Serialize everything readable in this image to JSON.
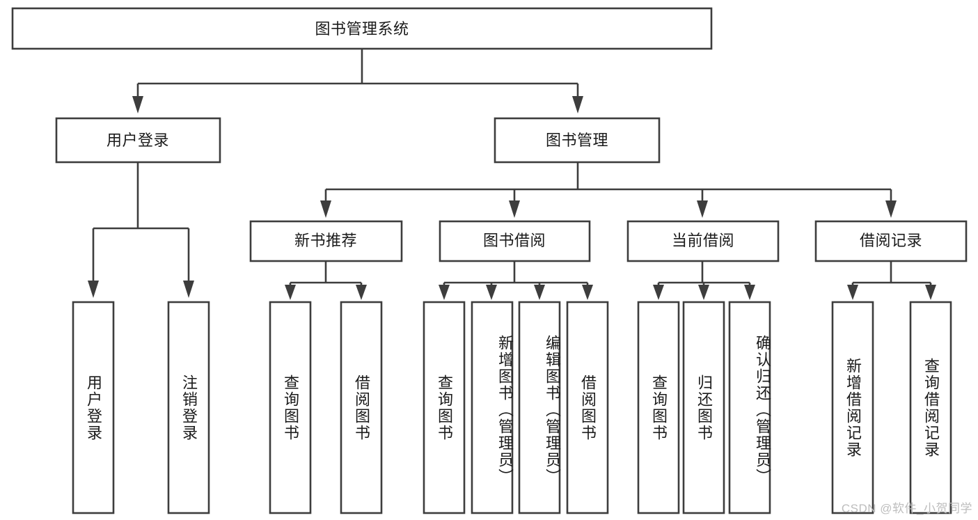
{
  "diagram": {
    "title": "图书管理系统",
    "type": "tree-hierarchy",
    "watermark": "CSDN @软件_小贺同学",
    "colors": {
      "stroke": "#3d3d3d",
      "fill": "#ffffff",
      "text": "#1a1a1a",
      "watermark": "#bdbdbd",
      "background": "#ffffff"
    },
    "root": {
      "label": "图书管理系统"
    },
    "level1": [
      {
        "label": "用户登录"
      },
      {
        "label": "图书管理"
      }
    ],
    "level2": [
      {
        "label": "新书推荐"
      },
      {
        "label": "图书借阅"
      },
      {
        "label": "当前借阅"
      },
      {
        "label": "借阅记录"
      }
    ],
    "leaves": {
      "user_login": [
        {
          "label": "用户登录"
        },
        {
          "label": "注销登录"
        }
      ],
      "new_book_recommend": [
        {
          "label": "查询图书"
        },
        {
          "label": "借阅图书"
        }
      ],
      "book_borrow": [
        {
          "label": "查询图书"
        },
        {
          "label": "新增图书（管理员）"
        },
        {
          "label": "编辑图书（管理员）"
        },
        {
          "label": "借阅图书"
        }
      ],
      "current_borrow": [
        {
          "label": "查询图书"
        },
        {
          "label": "归还图书"
        },
        {
          "label": "确认归还（管理员）"
        }
      ],
      "borrow_record": [
        {
          "label": "新增借阅记录"
        },
        {
          "label": "查询借阅记录"
        }
      ]
    }
  }
}
